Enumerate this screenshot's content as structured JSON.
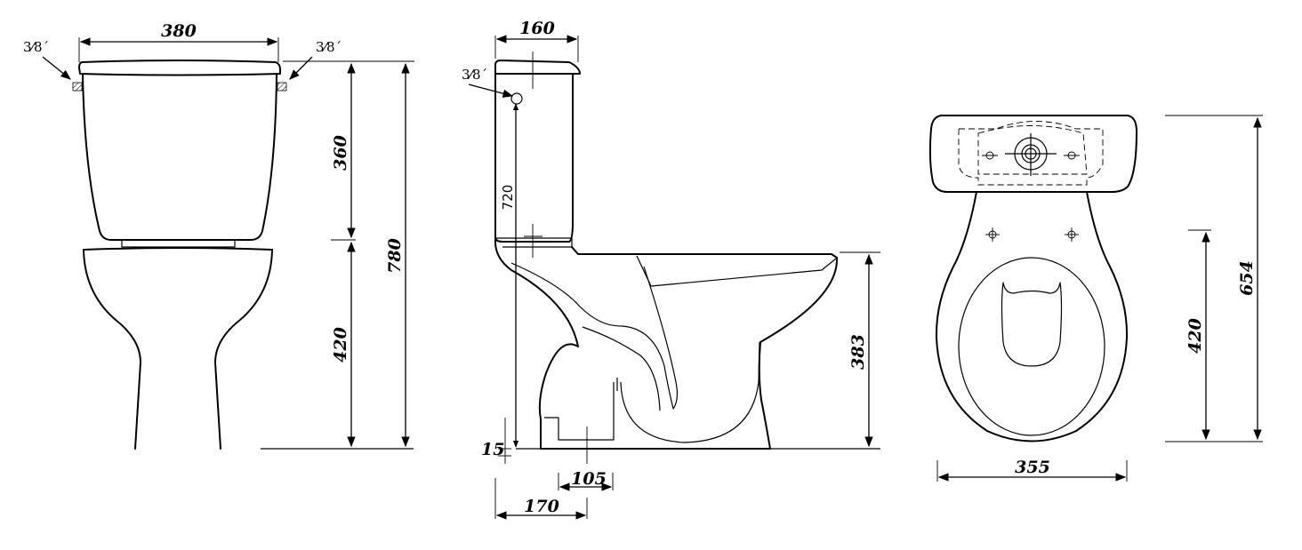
{
  "dimensions": {
    "front": {
      "width": "380",
      "tank_height": "360",
      "bowl_height": "420",
      "total_height": "780",
      "inlet_left": "3⁄8´",
      "inlet_right": "3⁄8´"
    },
    "side": {
      "tank_depth": "160",
      "inlet": "3⁄8´",
      "inlet_height": "720",
      "bowl_height": "383",
      "outlet_offset": "15",
      "outlet_width": "105",
      "outlet_distance": "170"
    },
    "top": {
      "width": "355",
      "seat_depth": "420",
      "total_depth": "654"
    }
  }
}
